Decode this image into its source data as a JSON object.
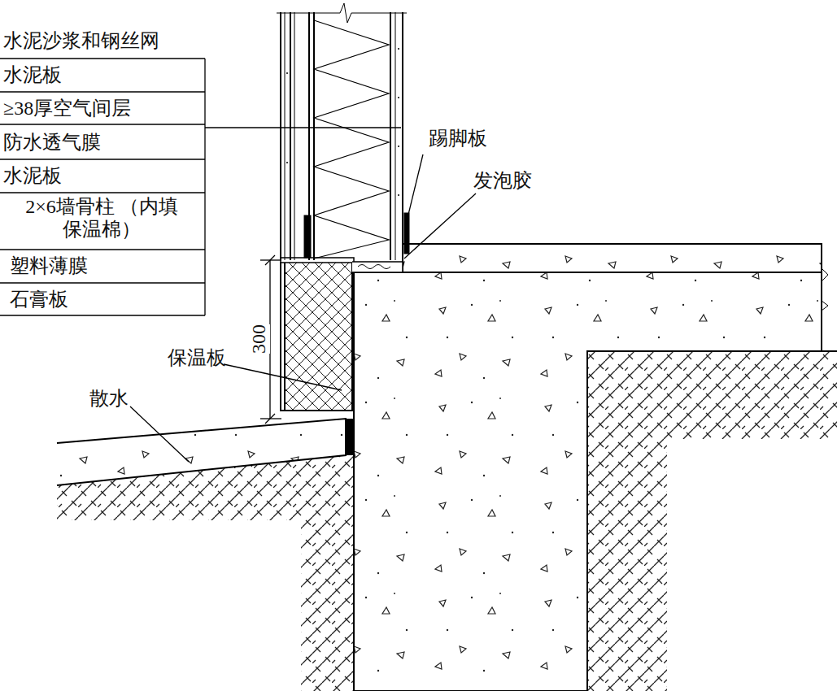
{
  "diagram": {
    "labels": [
      "水泥沙浆和钢丝网",
      "水泥板",
      "≥38厚空气间层",
      "防水透气膜",
      "水泥板",
      "2×6墙骨柱 （内填保温棉）",
      "塑料薄膜",
      "石膏板",
      "踢脚板",
      "发泡胶",
      "300",
      "保温板",
      "散水"
    ]
  }
}
